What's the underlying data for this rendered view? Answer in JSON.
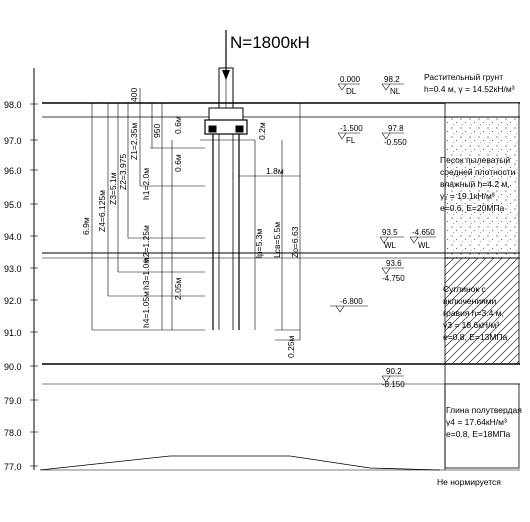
{
  "load_label": "N=1800кН",
  "axis_ticks": [
    "98.0",
    "97.0",
    "96.0",
    "95.0",
    "94.0",
    "93.0",
    "92.0",
    "91.0",
    "90.0",
    "79.0",
    "78.0",
    "77.0"
  ],
  "marks": {
    "dl_value": "0.000",
    "dl_label": "DL",
    "nl_value": "98.2",
    "nl_label": "NL",
    "fl_value": "-1.500",
    "fl_label": "FL",
    "ground_abs": "97.8",
    "ground_rel": "-0.550",
    "wl_abs": "93.5",
    "wl_label": "WL",
    "wl_rel": "-4.650",
    "wl_label2": "WL",
    "layer2_abs": "93.6",
    "layer2_rel": "-4.750",
    "level_680": "-6.800",
    "clay_abs": "90.2",
    "clay_rel": "-8.150"
  },
  "dims": {
    "d6_9": "6.9м",
    "z4": "Z4=6.125м",
    "z3": "Z3=5.1м",
    "z2": "Z2=3.975",
    "z1": "Z1=2.35м",
    "h1": "h1=2.0м",
    "h2": "h2=1.25м",
    "h3": "h3=1.0м",
    "h4": "h4=1.05м",
    "d0_6a": "0.6м",
    "d0_6b": "0.6м",
    "d0_2": "0.2м",
    "d1_8": "1.8м",
    "d2_05": "2.05м",
    "d0_25": "0.25м",
    "d400": "400",
    "d950": "950",
    "d5_3": "lp=5.3м",
    "d5_5": "Lсв=5.5м",
    "zo": "Zo=6.63"
  },
  "layers": [
    {
      "lines": [
        "Растительный грунт",
        "h=0.4 м, γ = 14.52кН/м³"
      ]
    },
    {
      "lines": [
        "Песок пылеватый",
        "средней плотности",
        "влажный h=4.2 м,",
        "γ₂ = 19.1кН/м³",
        "e=0.6, E=20МПа"
      ]
    },
    {
      "lines": [
        "Суглинок с",
        "включениями",
        "гравия h=3.4 м,",
        "γ3 = 18.6кН/м³",
        "e=0.8, E=13МПа"
      ]
    },
    {
      "lines": [
        "Глина полутвердая",
        "γ4 = 17.64кН/м³",
        "e=0.8, E=18МПа"
      ]
    }
  ],
  "footer_note": "Не нормируется"
}
